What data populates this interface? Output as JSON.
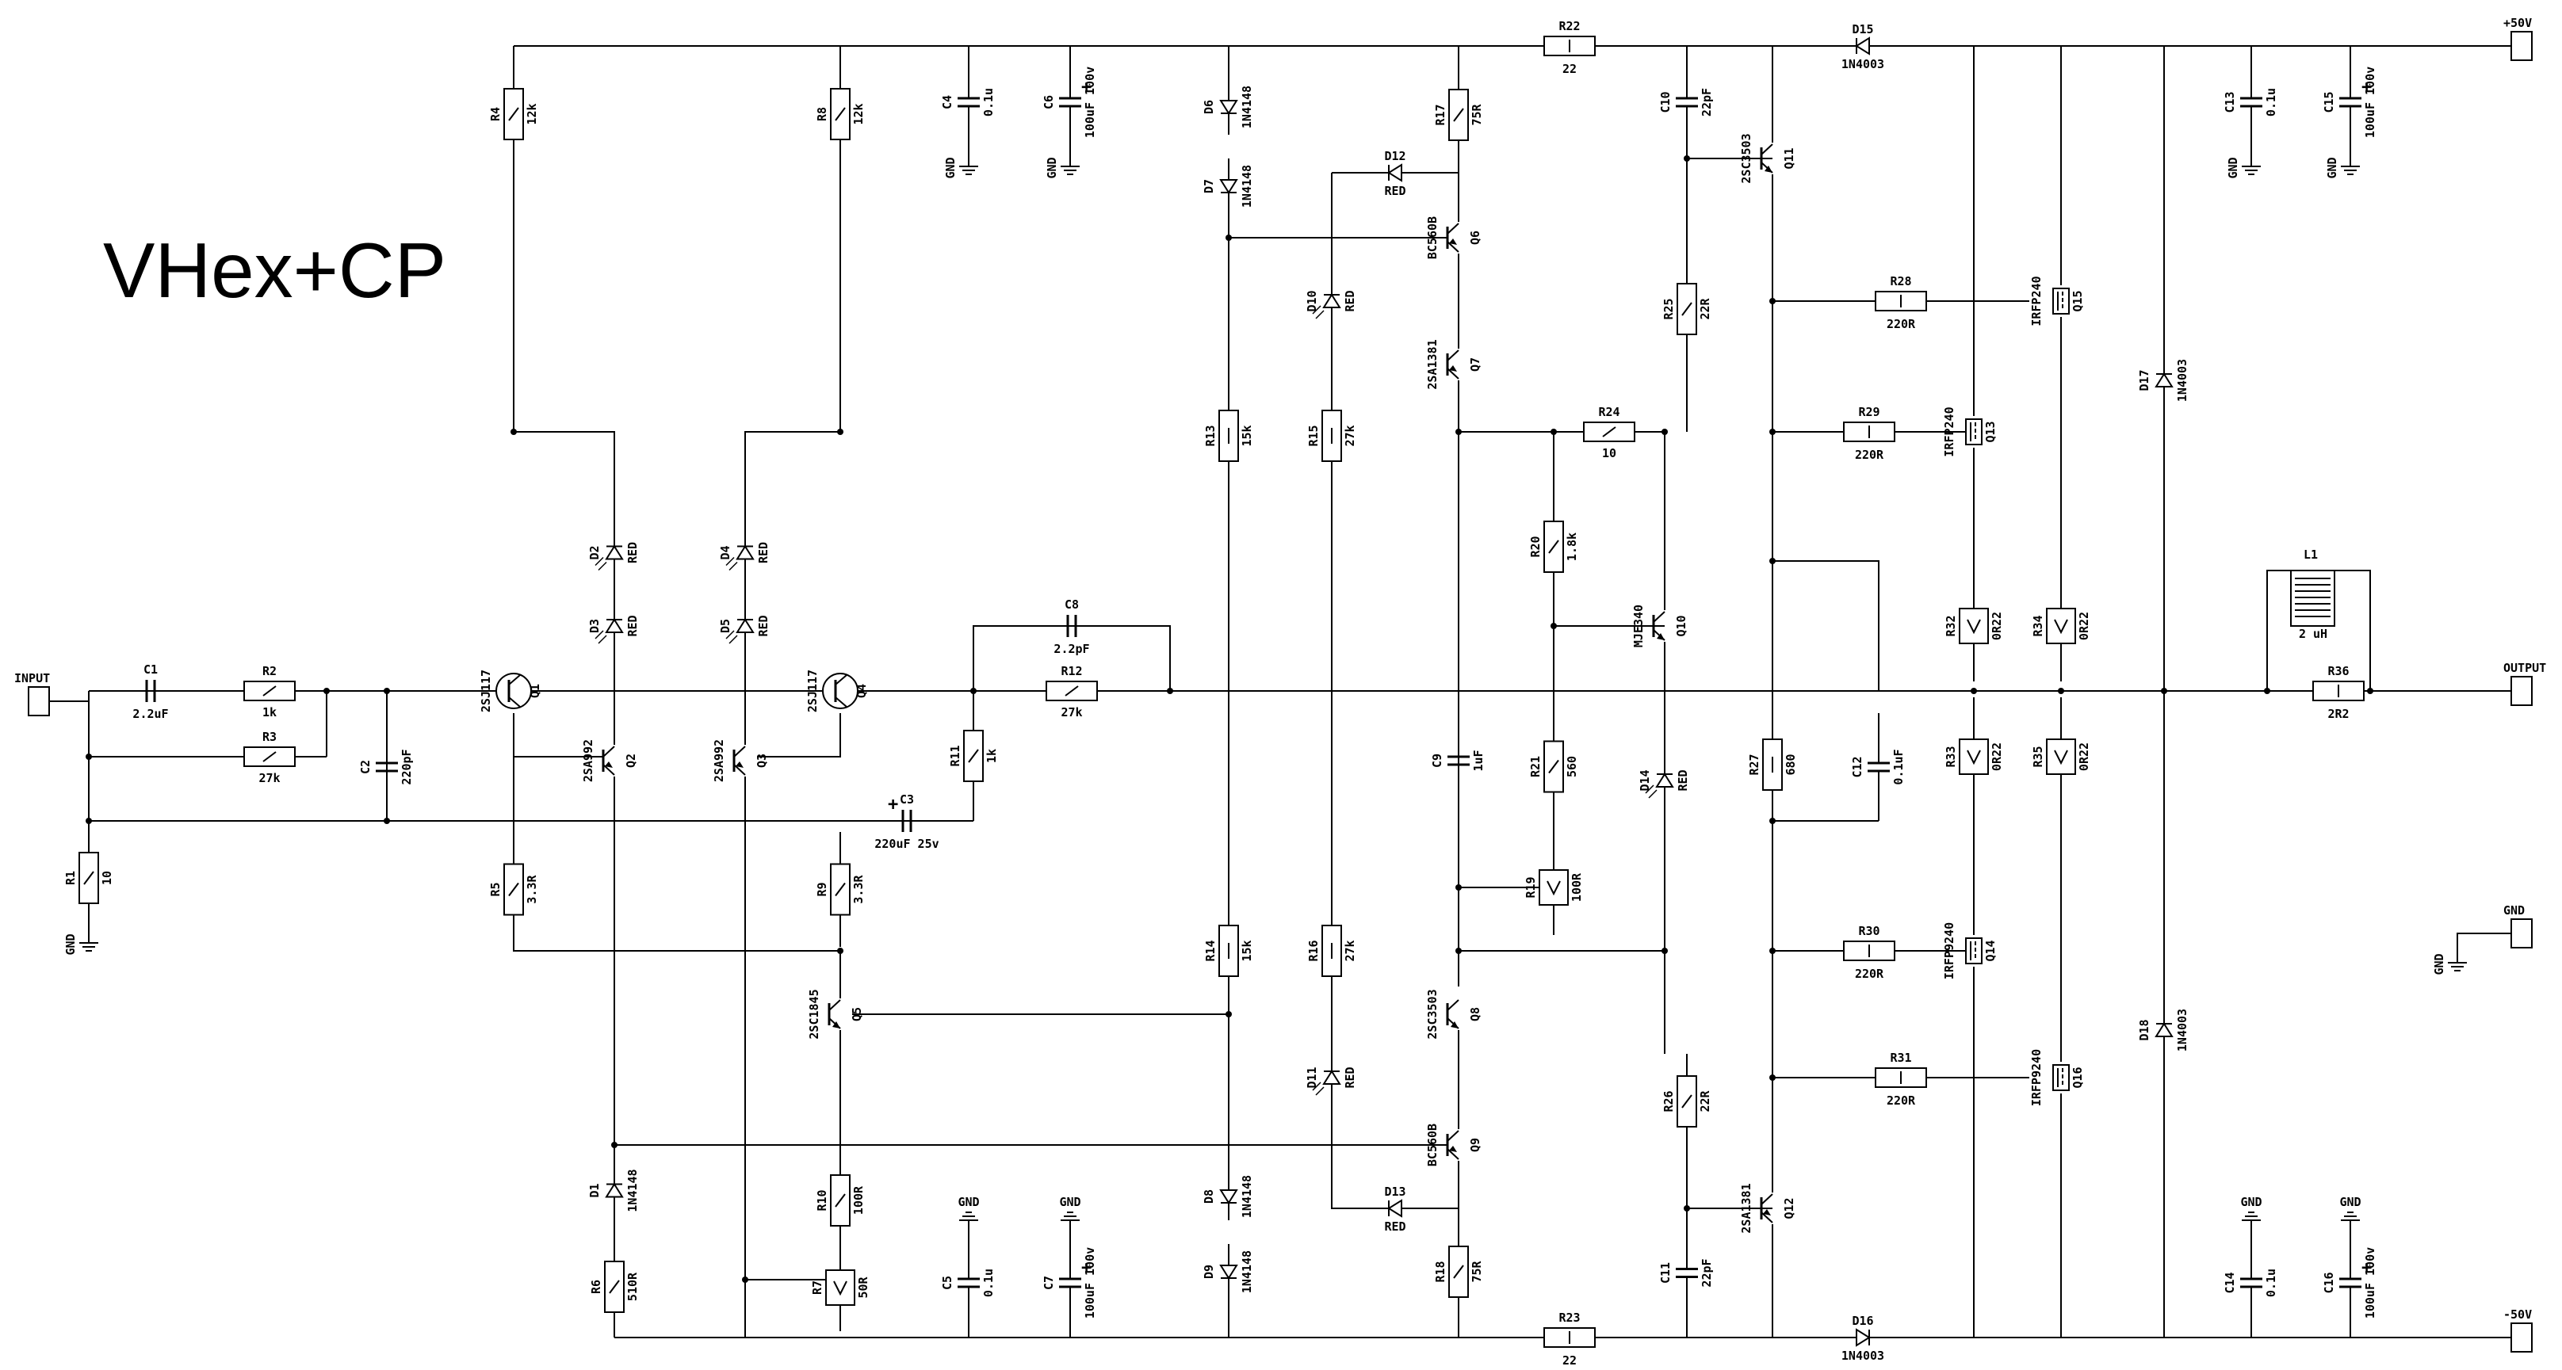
{
  "schematic": {
    "title": "VHex+CP",
    "ports": {
      "input": "INPUT",
      "output": "OUTPUT",
      "vplus": "+50V",
      "vminus": "-50V",
      "gnd": "GND"
    },
    "components": [
      {
        "id": "R1",
        "value": "10"
      },
      {
        "id": "R2",
        "value": "1k"
      },
      {
        "id": "R3",
        "value": "27k"
      },
      {
        "id": "R4",
        "value": "12k"
      },
      {
        "id": "R5",
        "value": "3.3R"
      },
      {
        "id": "R6",
        "value": "510R"
      },
      {
        "id": "R7",
        "value": "50R"
      },
      {
        "id": "R8",
        "value": "12k"
      },
      {
        "id": "R9",
        "value": "3.3R"
      },
      {
        "id": "R10",
        "value": "100R"
      },
      {
        "id": "R11",
        "value": "1k"
      },
      {
        "id": "R12",
        "value": "27k"
      },
      {
        "id": "R13",
        "value": "15k"
      },
      {
        "id": "R14",
        "value": "15k"
      },
      {
        "id": "R15",
        "value": "27k"
      },
      {
        "id": "R16",
        "value": "27k"
      },
      {
        "id": "R17",
        "value": "75R"
      },
      {
        "id": "R18",
        "value": "75R"
      },
      {
        "id": "R19",
        "value": "100R"
      },
      {
        "id": "R20",
        "value": "1.8k"
      },
      {
        "id": "R21",
        "value": "560"
      },
      {
        "id": "R22",
        "value": "22"
      },
      {
        "id": "R23",
        "value": "22"
      },
      {
        "id": "R24",
        "value": "10"
      },
      {
        "id": "R25",
        "value": "22R"
      },
      {
        "id": "R26",
        "value": "22R"
      },
      {
        "id": "R27",
        "value": "680"
      },
      {
        "id": "R28",
        "value": "220R"
      },
      {
        "id": "R29",
        "value": "220R"
      },
      {
        "id": "R30",
        "value": "220R"
      },
      {
        "id": "R31",
        "value": "220R"
      },
      {
        "id": "R32",
        "value": "0R22"
      },
      {
        "id": "R33",
        "value": "0R22"
      },
      {
        "id": "R34",
        "value": "0R22"
      },
      {
        "id": "R35",
        "value": "0R22"
      },
      {
        "id": "R36",
        "value": "2R2"
      },
      {
        "id": "C1",
        "value": "2.2uF"
      },
      {
        "id": "C2",
        "value": "220pF"
      },
      {
        "id": "C3",
        "value": "220uF 25v"
      },
      {
        "id": "C4",
        "value": "0.1u"
      },
      {
        "id": "C5",
        "value": "0.1u"
      },
      {
        "id": "C6",
        "value": "100uF 100v"
      },
      {
        "id": "C7",
        "value": "100uF 100v"
      },
      {
        "id": "C8",
        "value": "2.2pF"
      },
      {
        "id": "C9",
        "value": "1uF"
      },
      {
        "id": "C10",
        "value": "22pF"
      },
      {
        "id": "C11",
        "value": "22pF"
      },
      {
        "id": "C12",
        "value": "0.1uF"
      },
      {
        "id": "C13",
        "value": "0.1u"
      },
      {
        "id": "C14",
        "value": "0.1u"
      },
      {
        "id": "C15",
        "value": "100uF 100v"
      },
      {
        "id": "C16",
        "value": "100uF 100v"
      },
      {
        "id": "D1",
        "value": "1N4148"
      },
      {
        "id": "D2",
        "value": "RED"
      },
      {
        "id": "D3",
        "value": "RED"
      },
      {
        "id": "D4",
        "value": "RED"
      },
      {
        "id": "D5",
        "value": "RED"
      },
      {
        "id": "D6",
        "value": "1N4148"
      },
      {
        "id": "D7",
        "value": "1N4148"
      },
      {
        "id": "D8",
        "value": "1N4148"
      },
      {
        "id": "D9",
        "value": "1N4148"
      },
      {
        "id": "D10",
        "value": "RED"
      },
      {
        "id": "D11",
        "value": "RED"
      },
      {
        "id": "D12",
        "value": "RED"
      },
      {
        "id": "D13",
        "value": "RED"
      },
      {
        "id": "D14",
        "value": "RED"
      },
      {
        "id": "D15",
        "value": "1N4003"
      },
      {
        "id": "D16",
        "value": "1N4003"
      },
      {
        "id": "D17",
        "value": "1N4003"
      },
      {
        "id": "D18",
        "value": "1N4003"
      },
      {
        "id": "Q1",
        "value": "2SJ117"
      },
      {
        "id": "Q2",
        "value": "2SA992"
      },
      {
        "id": "Q3",
        "value": "2SA992"
      },
      {
        "id": "Q4",
        "value": "2SJ117"
      },
      {
        "id": "Q5",
        "value": "2SC1845"
      },
      {
        "id": "Q6",
        "value": "BC560B"
      },
      {
        "id": "Q7",
        "value": "2SA1381"
      },
      {
        "id": "Q8",
        "value": "2SC3503"
      },
      {
        "id": "Q9",
        "value": "BC560B"
      },
      {
        "id": "Q10",
        "value": "MJE340"
      },
      {
        "id": "Q11",
        "value": "2SC3503"
      },
      {
        "id": "Q12",
        "value": "2SA1381"
      },
      {
        "id": "Q13",
        "value": "IRFP240"
      },
      {
        "id": "Q14",
        "value": "IRFP9240"
      },
      {
        "id": "Q15",
        "value": "IRFP240"
      },
      {
        "id": "Q16",
        "value": "IRFP9240"
      },
      {
        "id": "L1",
        "value": "2 uH"
      }
    ]
  }
}
